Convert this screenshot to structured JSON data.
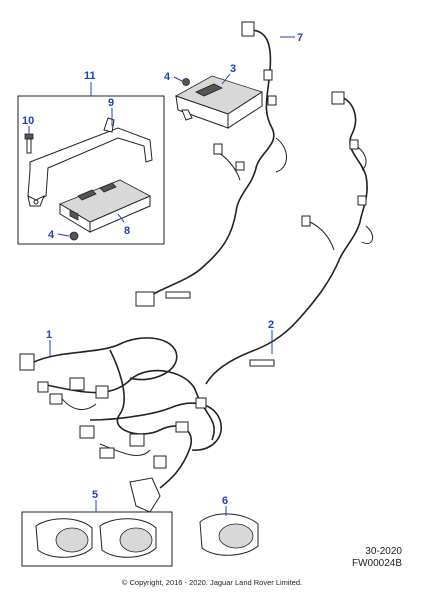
{
  "callouts": {
    "c1": "1",
    "c2": "2",
    "c3": "3",
    "c4a": "4",
    "c4b": "4",
    "c5": "5",
    "c6": "6",
    "c7": "7",
    "c8": "8",
    "c9": "9",
    "c10": "10",
    "c11": "11"
  },
  "footer": {
    "code": "30-2020",
    "ref": "FW00024B",
    "copyright": "© Copyright, 2016 - 2020. Jaguar Land Rover Limited."
  },
  "colors": {
    "callout": "#1f3fbf",
    "line": "#222222"
  }
}
